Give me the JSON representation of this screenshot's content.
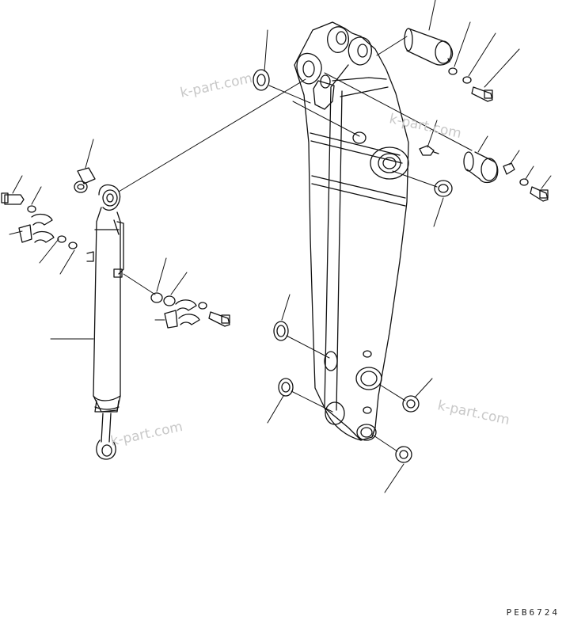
{
  "watermark": "k-part.com",
  "drawing_code": "PEB6724",
  "colors": {
    "line": "#111111",
    "watermark": "#c8c8c8",
    "background": "#ffffff"
  },
  "parts": [
    "arm",
    "arm-cylinder",
    "cylinder-pin",
    "cylinder-pin-spacer",
    "bucket-pin-bushing",
    "grease-fitting",
    "clamp",
    "bolt",
    "washer",
    "shim",
    "dust-seal"
  ]
}
